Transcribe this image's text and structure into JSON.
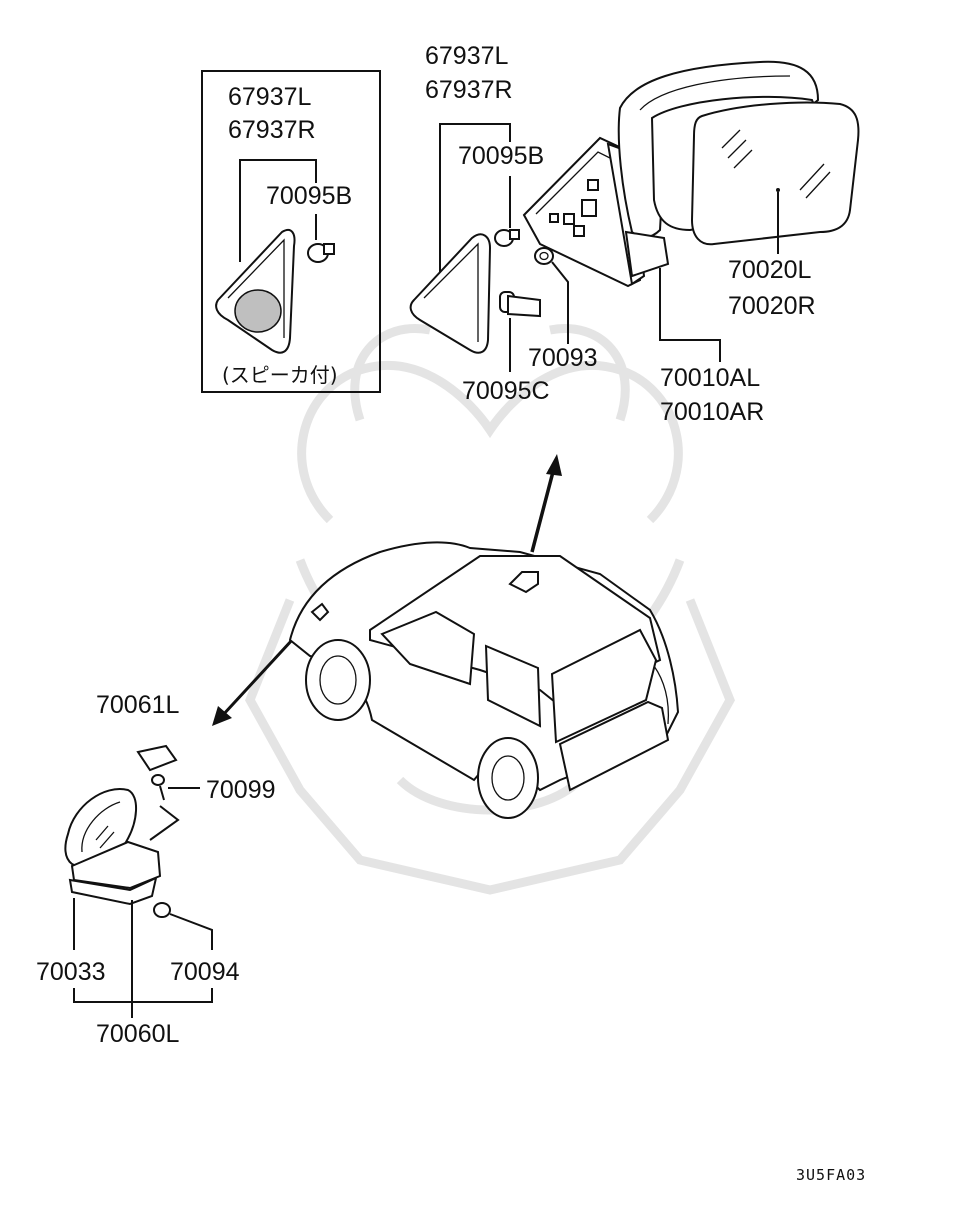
{
  "labels": {
    "inset_part_a": "67937L",
    "inset_part_b": "67937R",
    "inset_screw": "70095B",
    "inset_note": "(スピーカ付)",
    "cover_a": "67937L",
    "cover_b": "67937R",
    "clip_b": "70095B",
    "clip_c": "70095C",
    "nut": "70093",
    "glass_l": "70020L",
    "glass_r": "70020R",
    "mirror_al": "70010AL",
    "mirror_ar": "70010AR",
    "fender_cover": "70061L",
    "fender_screw": "70099",
    "fender_mirror_body": "70033",
    "fender_grommet": "70094",
    "fender_assy": "70060L"
  },
  "diagram_code": "3U5FA03"
}
